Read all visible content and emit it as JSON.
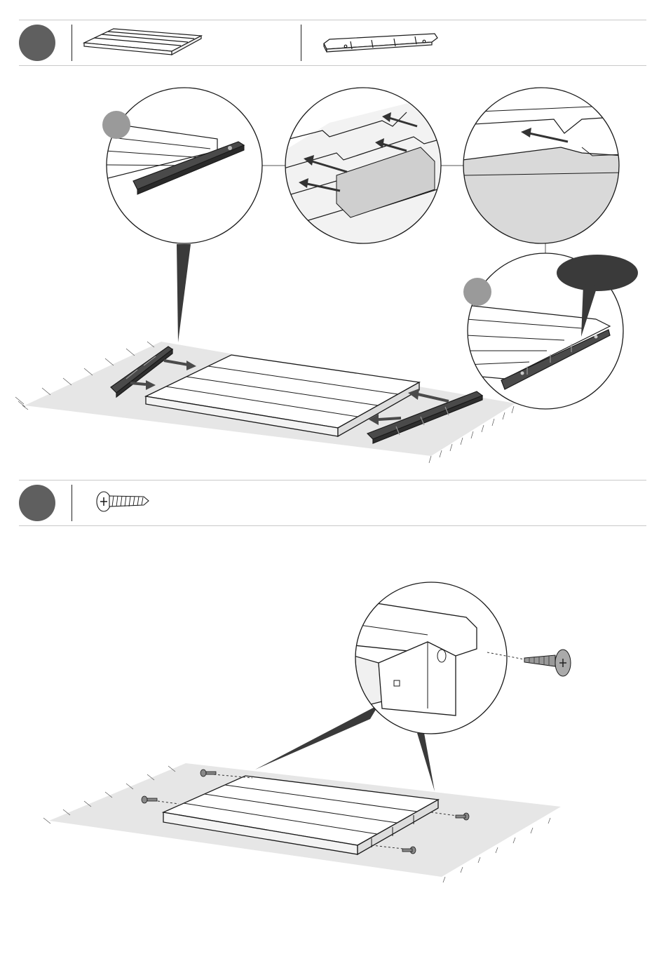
{
  "document": {
    "type": "assembly-instructions",
    "steps": [
      {
        "parts": [
          {
            "icon": "slatted-panel-icon"
          },
          {
            "icon": "end-rail-icon"
          }
        ],
        "callouts": [
          {
            "icon": "rail-slide-on-detail"
          },
          {
            "icon": "tab-slot-detail"
          },
          {
            "icon": "edge-alignment-detail"
          },
          {
            "icon": "assembled-corner-detail"
          }
        ]
      },
      {
        "parts": [
          {
            "icon": "screw-icon"
          }
        ],
        "screw_count": 4,
        "callouts": [
          {
            "icon": "screw-hole-detail"
          }
        ]
      }
    ]
  },
  "colors": {
    "badge": "#5f5f5f",
    "rail": "#4a4a4a",
    "mat": "#e6e6e6",
    "line": "#1a1a1a",
    "zoom_shade": "#d9d9d9"
  }
}
